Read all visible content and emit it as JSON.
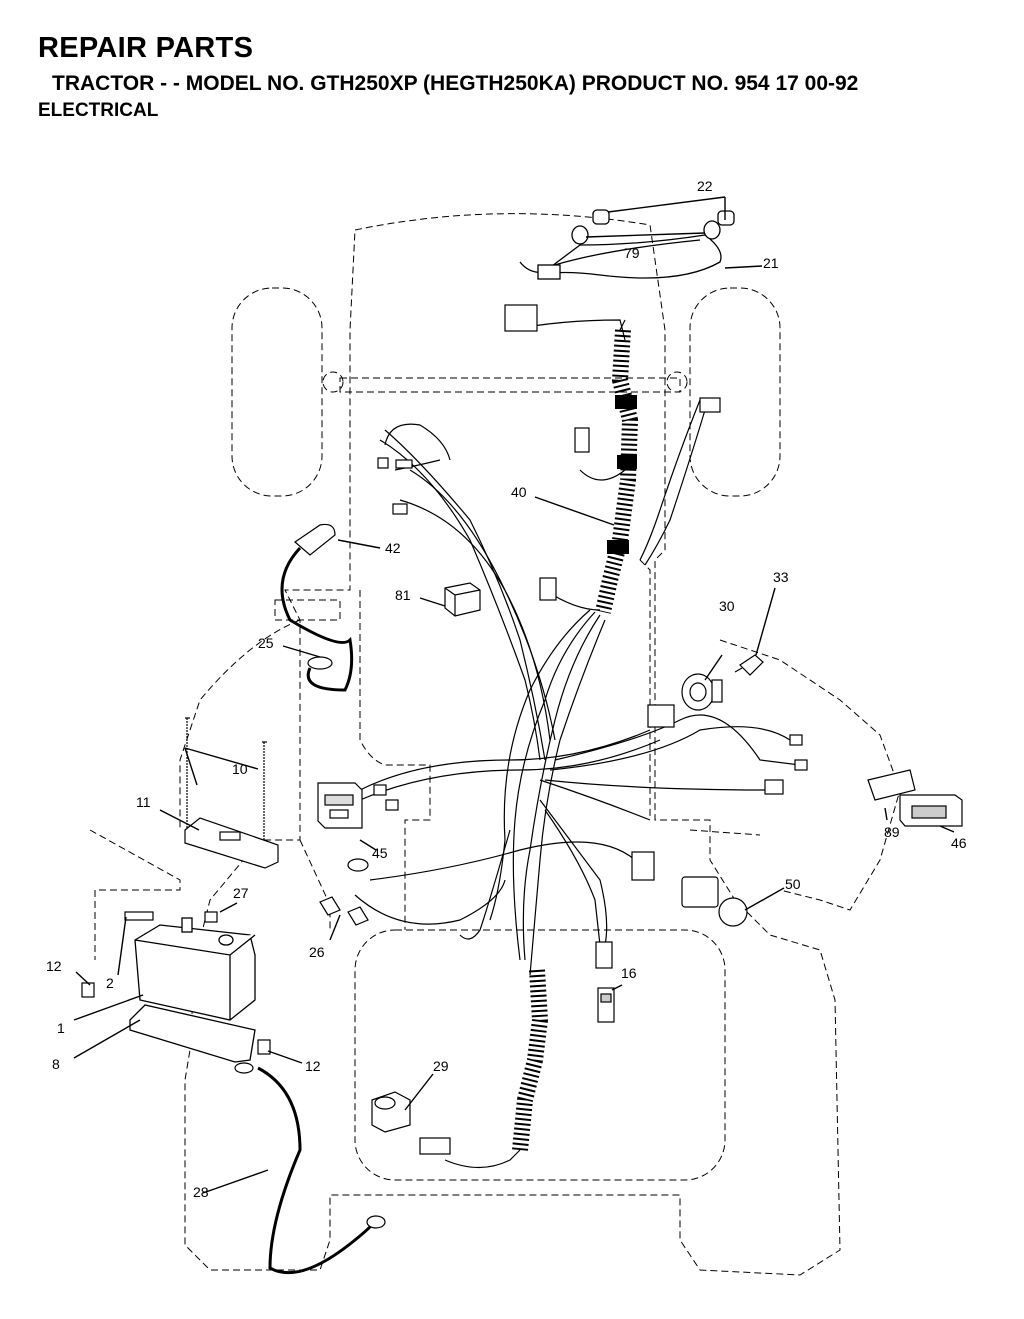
{
  "header": {
    "title": "REPAIR PARTS",
    "subtitle": "TRACTOR - - MODEL NO. GTH250XP (HEGTH250KA) PRODUCT NO. 954 17 00-92",
    "section": "ELECTRICAL"
  },
  "callouts": {
    "p1": "1",
    "p2": "2",
    "p8": "8",
    "p10": "10",
    "p11": "11",
    "p12a": "12",
    "p12b": "12",
    "p16": "16",
    "p21": "21",
    "p22": "22",
    "p25": "25",
    "p26": "26",
    "p27": "27",
    "p28": "28",
    "p29": "29",
    "p30": "30",
    "p33": "33",
    "p40": "40",
    "p42": "42",
    "p45": "45",
    "p46": "46",
    "p50": "50",
    "p79": "79",
    "p81": "81",
    "p89": "89"
  },
  "colors": {
    "line": "#000000",
    "fill": "#ffffff",
    "component": "#e6e6e6"
  }
}
